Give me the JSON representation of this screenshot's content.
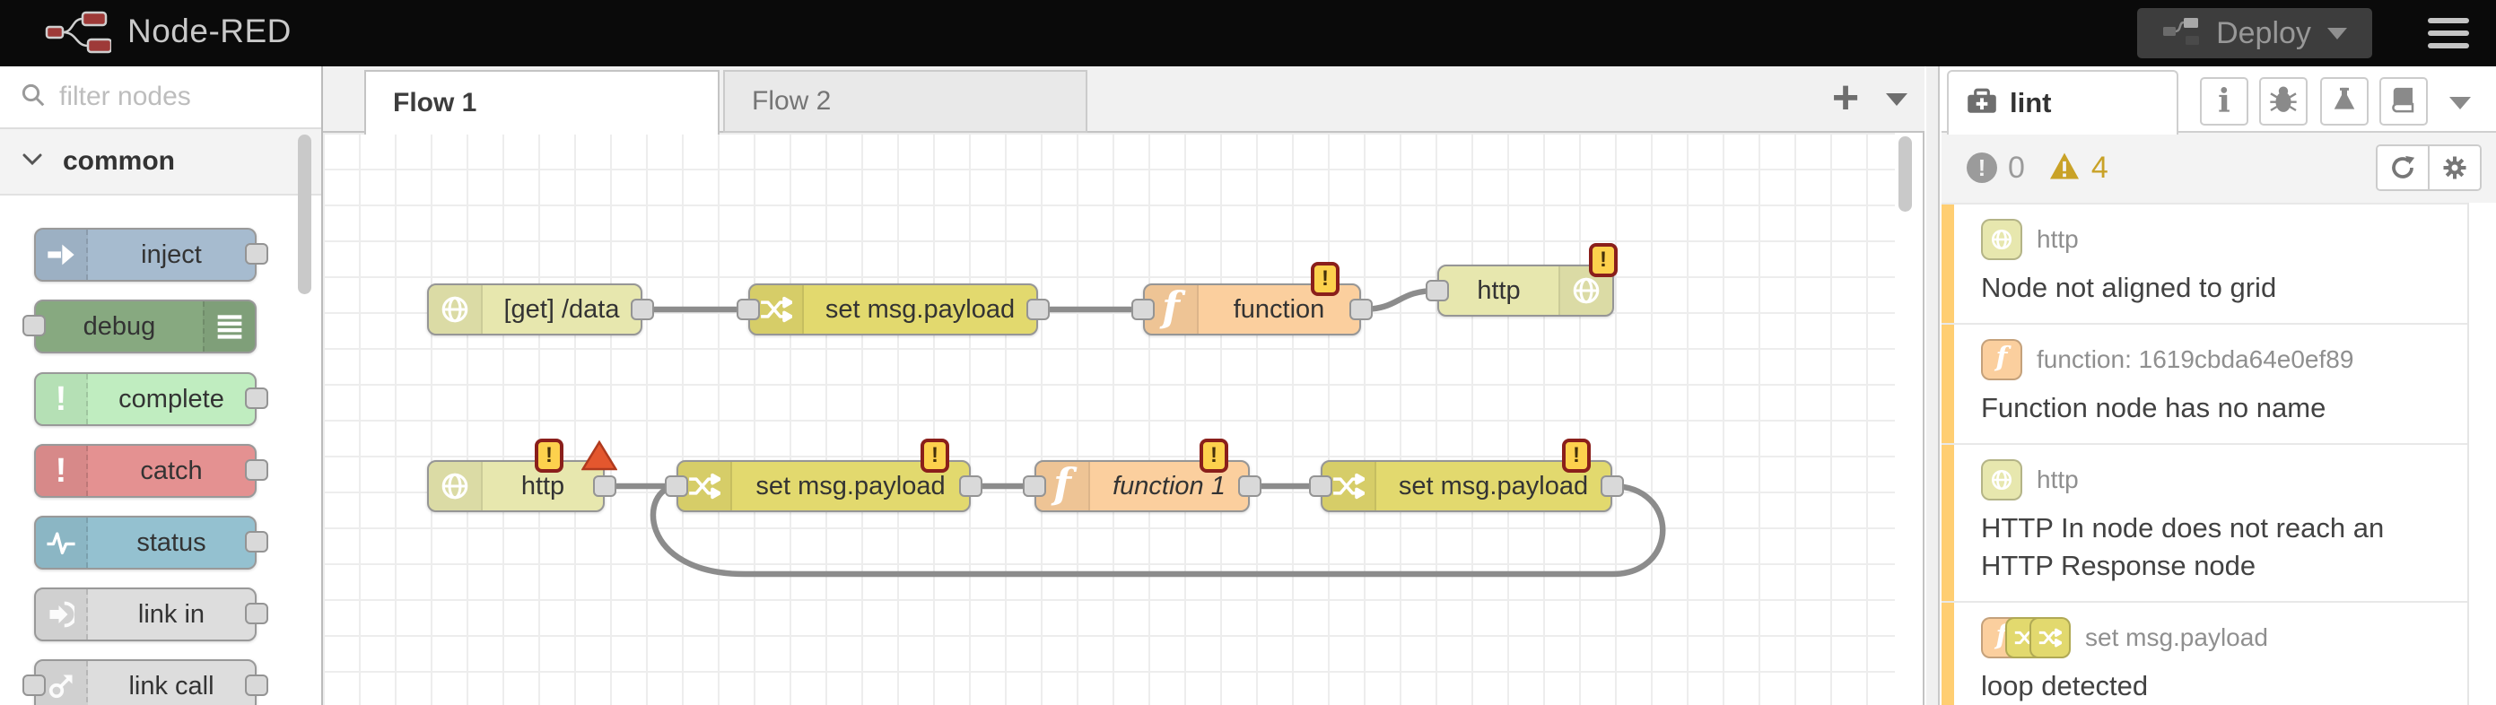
{
  "header": {
    "title": "Node-RED",
    "deploy_label": "Deploy"
  },
  "glyphs": {
    "exclamation": "!",
    "function_f": "f",
    "info_i": "i",
    "plus": "+"
  },
  "palette": {
    "search_placeholder": "filter nodes",
    "category_label": "common",
    "nodes": [
      {
        "label": "inject",
        "color": "#a6bbcf",
        "icon": "inject-arrow-icon",
        "ports": "out"
      },
      {
        "label": "debug",
        "color": "#87a980",
        "icon": "debug-list-icon",
        "ports": "in"
      },
      {
        "label": "complete",
        "color": "#c0edc0",
        "icon": "exclamation-icon",
        "ports": "out"
      },
      {
        "label": "catch",
        "color": "#e49191",
        "icon": "exclamation-icon",
        "ports": "out"
      },
      {
        "label": "status",
        "color": "#94c1d0",
        "icon": "pulse-icon",
        "ports": "out"
      },
      {
        "label": "link in",
        "color": "#dddddd",
        "icon": "link-in-icon",
        "ports": "out"
      },
      {
        "label": "link call",
        "color": "#dddddd",
        "icon": "link-call-icon",
        "ports": "both"
      }
    ]
  },
  "workspace": {
    "tabs": [
      {
        "label": "Flow 1",
        "active": true
      },
      {
        "label": "Flow 2",
        "active": false
      }
    ]
  },
  "flow": {
    "nodes": [
      {
        "label": "[get] /data",
        "type": "http in",
        "warning": false,
        "error": false
      },
      {
        "label": "set msg.payload",
        "type": "change",
        "warning": false,
        "error": false
      },
      {
        "label": "function",
        "type": "function",
        "warning": true,
        "error": false
      },
      {
        "label": "http",
        "type": "http response",
        "warning": true,
        "error": false
      },
      {
        "label": "http",
        "type": "http in",
        "warning": true,
        "error": true
      },
      {
        "label": "set msg.payload",
        "type": "change",
        "warning": true,
        "error": false
      },
      {
        "label": "function 1",
        "type": "function",
        "warning": true,
        "error": false
      },
      {
        "label": "set msg.payload",
        "type": "change",
        "warning": true,
        "error": false
      }
    ]
  },
  "sidebar": {
    "tab_label": "lint",
    "error_count": "0",
    "warning_count": "4",
    "items": [
      {
        "node_label": "http",
        "node_type": "http in",
        "message": "Node not aligned to grid"
      },
      {
        "node_label": "function: 1619cbda64e0ef89",
        "node_type": "function",
        "message": "Function node has no name"
      },
      {
        "node_label": "http",
        "node_type": "http in",
        "message": "HTTP In node does not reach an HTTP Response node"
      },
      {
        "node_label": "set msg.payload",
        "node_type": "change",
        "message": "loop detected"
      }
    ]
  },
  "colors": {
    "header_bg": "#0a0a0a",
    "http_node": "#e7e7ae",
    "change_node": "#e2d96e",
    "function_node": "#fbcf9e",
    "inject_node": "#a6bbcf",
    "debug_node": "#87a980",
    "complete_node": "#c0edc0",
    "catch_node": "#e49191",
    "status_node": "#94c1d0",
    "link_node": "#dddddd",
    "warning_accent": "#ffce72",
    "warning_badge_fill": "#fdd14d",
    "warning_badge_border": "#8a1f1b",
    "error_triangle": "#e4572e",
    "warning_count_color": "#c9a227",
    "wire": "#8c8c8c"
  }
}
